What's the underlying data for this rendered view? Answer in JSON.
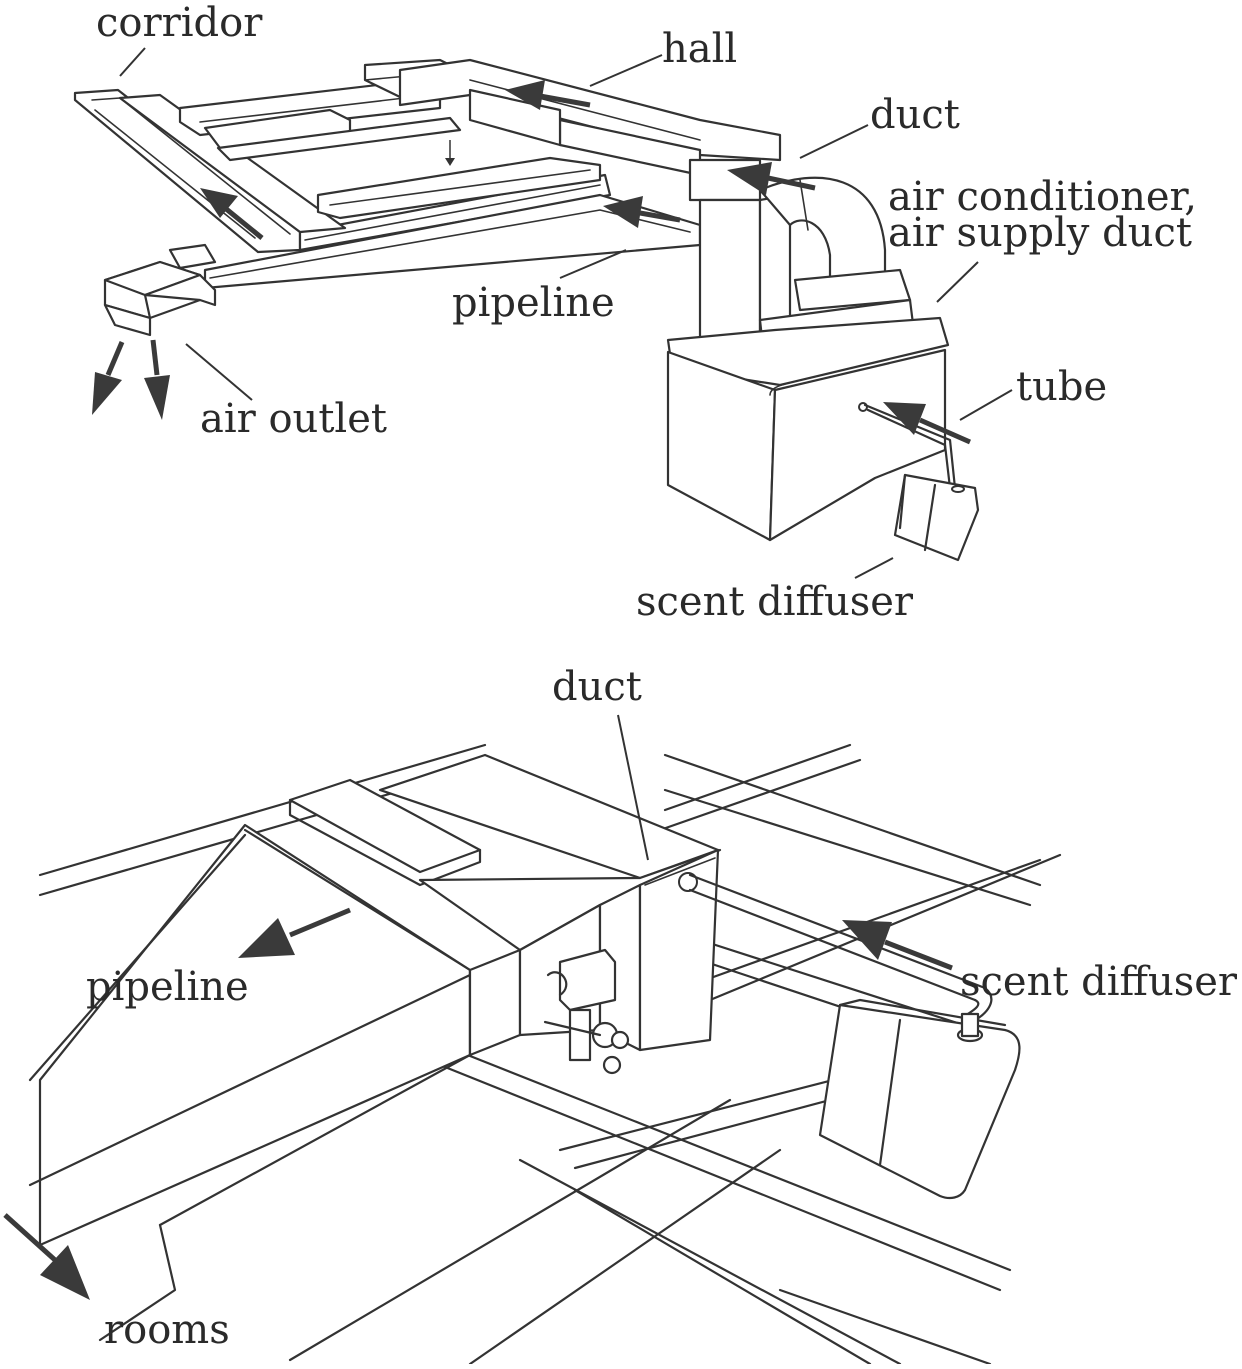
{
  "top_diagram": {
    "labels": {
      "corridor": "corridor",
      "hall": "hall",
      "duct": "duct",
      "air_conditioner": "air conditioner,",
      "air_supply_duct": "air supply duct",
      "pipeline": "pipeline",
      "tube": "tube",
      "air_outlet": "air outlet",
      "scent_diffuser": "scent diffuser"
    }
  },
  "bottom_diagram": {
    "labels": {
      "duct": "duct",
      "pipeline": "pipeline",
      "scent_diffuser": "scent diffuser",
      "rooms": "rooms"
    }
  },
  "colors": {
    "line": "#333333",
    "arrow": "#3a3a3a",
    "text": "#2a2a2a",
    "background": "#ffffff"
  }
}
